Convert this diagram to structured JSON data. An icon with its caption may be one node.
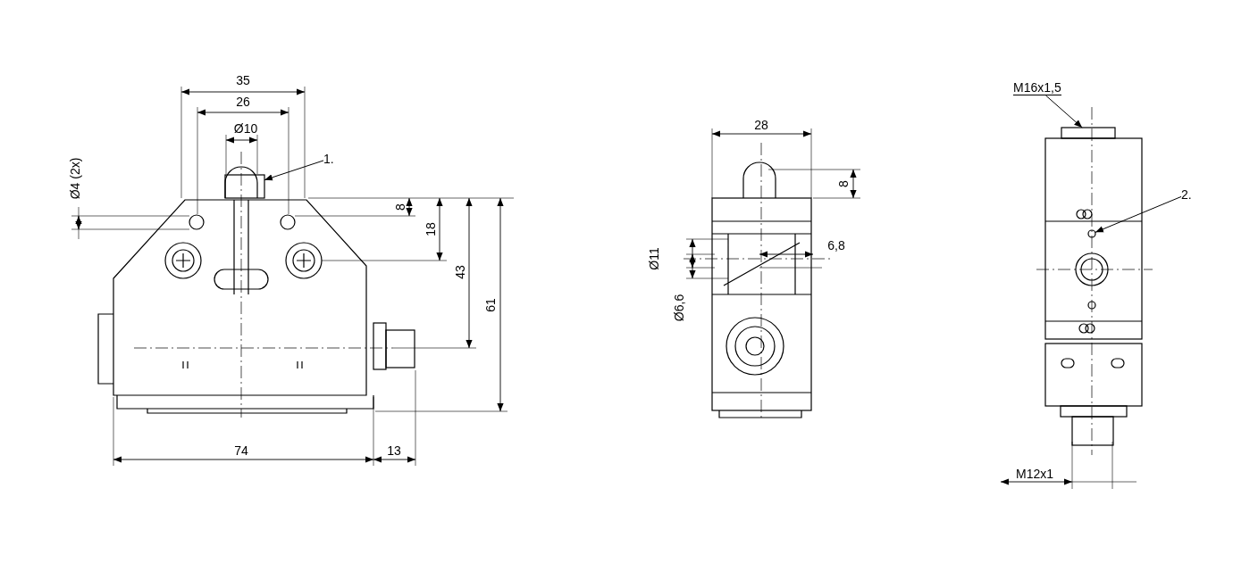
{
  "diagram": {
    "nodes": [
      {
        "text": [
          "1."
        ]
      },
      {
        "text": [],
        "shape": "box"
      },
      {
        "text": [
          "2."
        ]
      },
      {
        "text": [],
        "shape": "circle"
      },
      {
        "text": [
          "M16x1,5"
        ]
      },
      {
        "text": [],
        "shape": "box"
      }
    ],
    "edges": [
      {
        "from": 0,
        "to": 1,
        "arrow": "to"
      },
      {
        "from": 2,
        "to": 3,
        "arrow": "to"
      },
      {
        "from": 4,
        "to": 5,
        "arrow": "to"
      }
    ],
    "labels": [
      "35",
      "26",
      "Ø10",
      "Ø4 (2x)",
      "8",
      "18",
      "43",
      "61",
      "74",
      "13",
      "28",
      "8",
      "Ø11",
      "6,8",
      "Ø6,6",
      "M12x1"
    ]
  }
}
